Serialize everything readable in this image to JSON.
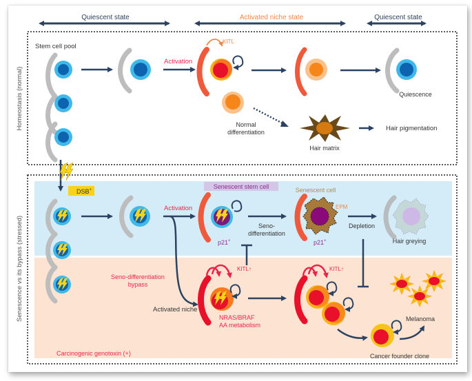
{
  "header": {
    "states": [
      {
        "label": "Quiescent state",
        "color": "#2b3f5c"
      },
      {
        "label": "Activated niche state",
        "color": "#f0874a"
      },
      {
        "label": "Quiescent state",
        "color": "#2b3f5c"
      }
    ]
  },
  "panels": {
    "homeostasis": {
      "side_label": "Homeostasis (normal)",
      "stem_cell_pool": "Stem cell pool",
      "activation": "Activation",
      "kitl": "KITL",
      "quiescence": "Quiescence",
      "normal_differentiation_1": "Normal",
      "normal_differentiation_2": "differentiation",
      "hair_matrix": "Hair matrix",
      "hair_pigmentation": "Hair pigmentation"
    },
    "stressed": {
      "side_label": "Senescence vs its bypass (stressed)",
      "dsb": "DSB",
      "dsb_sup": "+",
      "activation": "Activation",
      "senescent_stem_cell": "Senescent stem cell",
      "p21_a": "p21",
      "p21_a_sup": "+",
      "seno_diff_1": "Seno-",
      "seno_diff_2": "differentiation",
      "senescent_cell": "Senescent cell",
      "epm": "EPM",
      "p21_b": "p21",
      "p21_b_sup": "+",
      "depletion": "Depletion",
      "hair_greying": "Hair greying",
      "bypass_1": "Seno-differentiation",
      "bypass_2": "bypass",
      "activated_niche": "Activated niche",
      "kitl_up_1": "KITL↑",
      "kitl_up_2": "KITL↑",
      "nras_braf": "NRAS/BRAF",
      "aa_metabolism": "AA metabolism",
      "melanoma": "Melanoma",
      "cancer_founder_clone": "Cancer founder clone",
      "genotoxin": "Carcinogenic genotoxin (+)"
    }
  },
  "colors": {
    "arrow": "#2b4262",
    "red_text": "#e8264a",
    "orange_text": "#f0874a",
    "blue_bg": "#d4ecf8",
    "peach_bg": "#fde4d2",
    "yellow_badge": "#f7d417",
    "lavender_badge": "#d3c6e6"
  }
}
